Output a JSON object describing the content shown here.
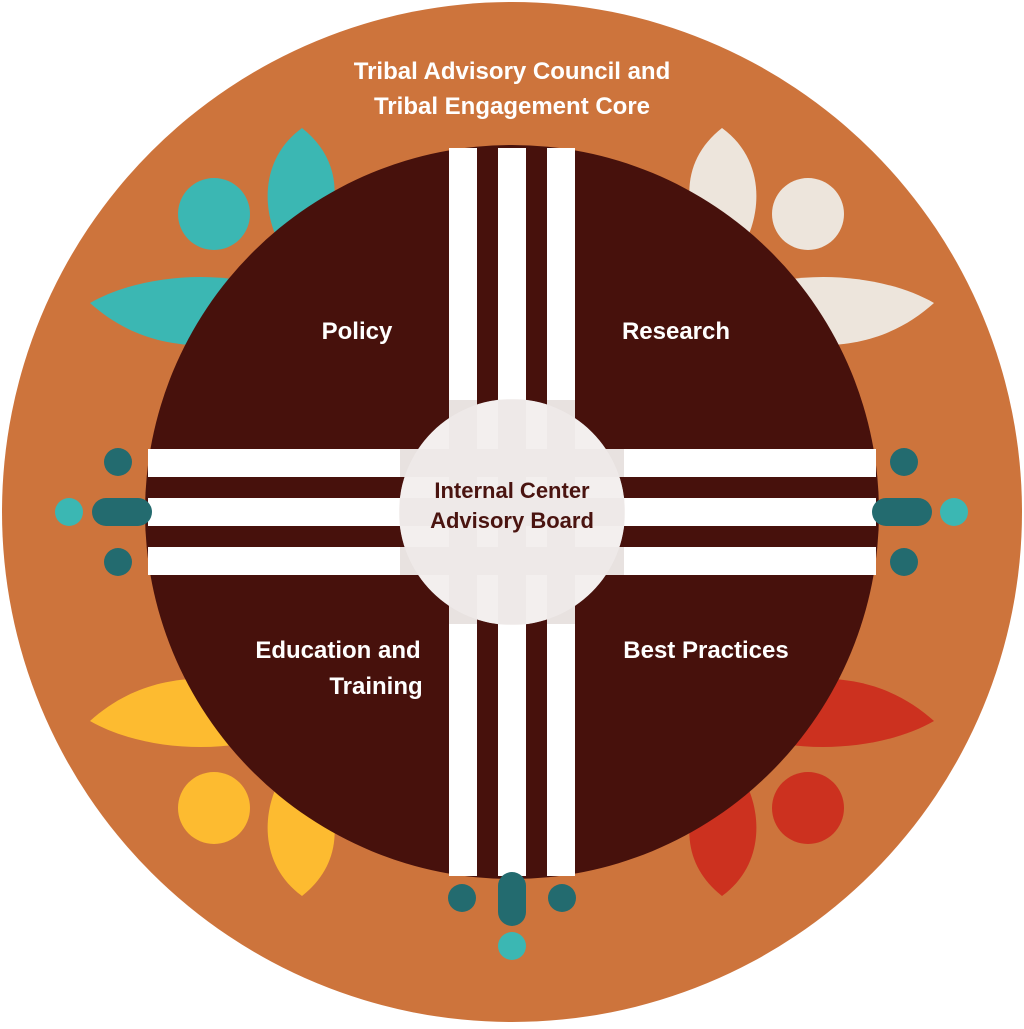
{
  "outer_ring": {
    "title_line1": "Tribal Advisory Council and",
    "title_line2": "Tribal Engagement Core"
  },
  "quadrants": {
    "top_left": "Policy",
    "top_right": "Research",
    "bottom_left_line1": "Education and",
    "bottom_left_line2": "Training",
    "bottom_right": "Best Practices"
  },
  "center": {
    "line1": "Internal Center",
    "line2": "Advisory Board"
  },
  "colors": {
    "outer_ring": "#cd743c",
    "inner_disc": "#47110c",
    "center_disc": "#f3efee",
    "stripes": "#ffffff",
    "petal_top_left": "#3bb7b3",
    "petal_top_right": "#ede5dc",
    "petal_bottom_left": "#fdbb30",
    "petal_bottom_right": "#cc311f",
    "dot_dark_teal": "#236b6f",
    "dot_light_teal": "#3bb7b3"
  }
}
